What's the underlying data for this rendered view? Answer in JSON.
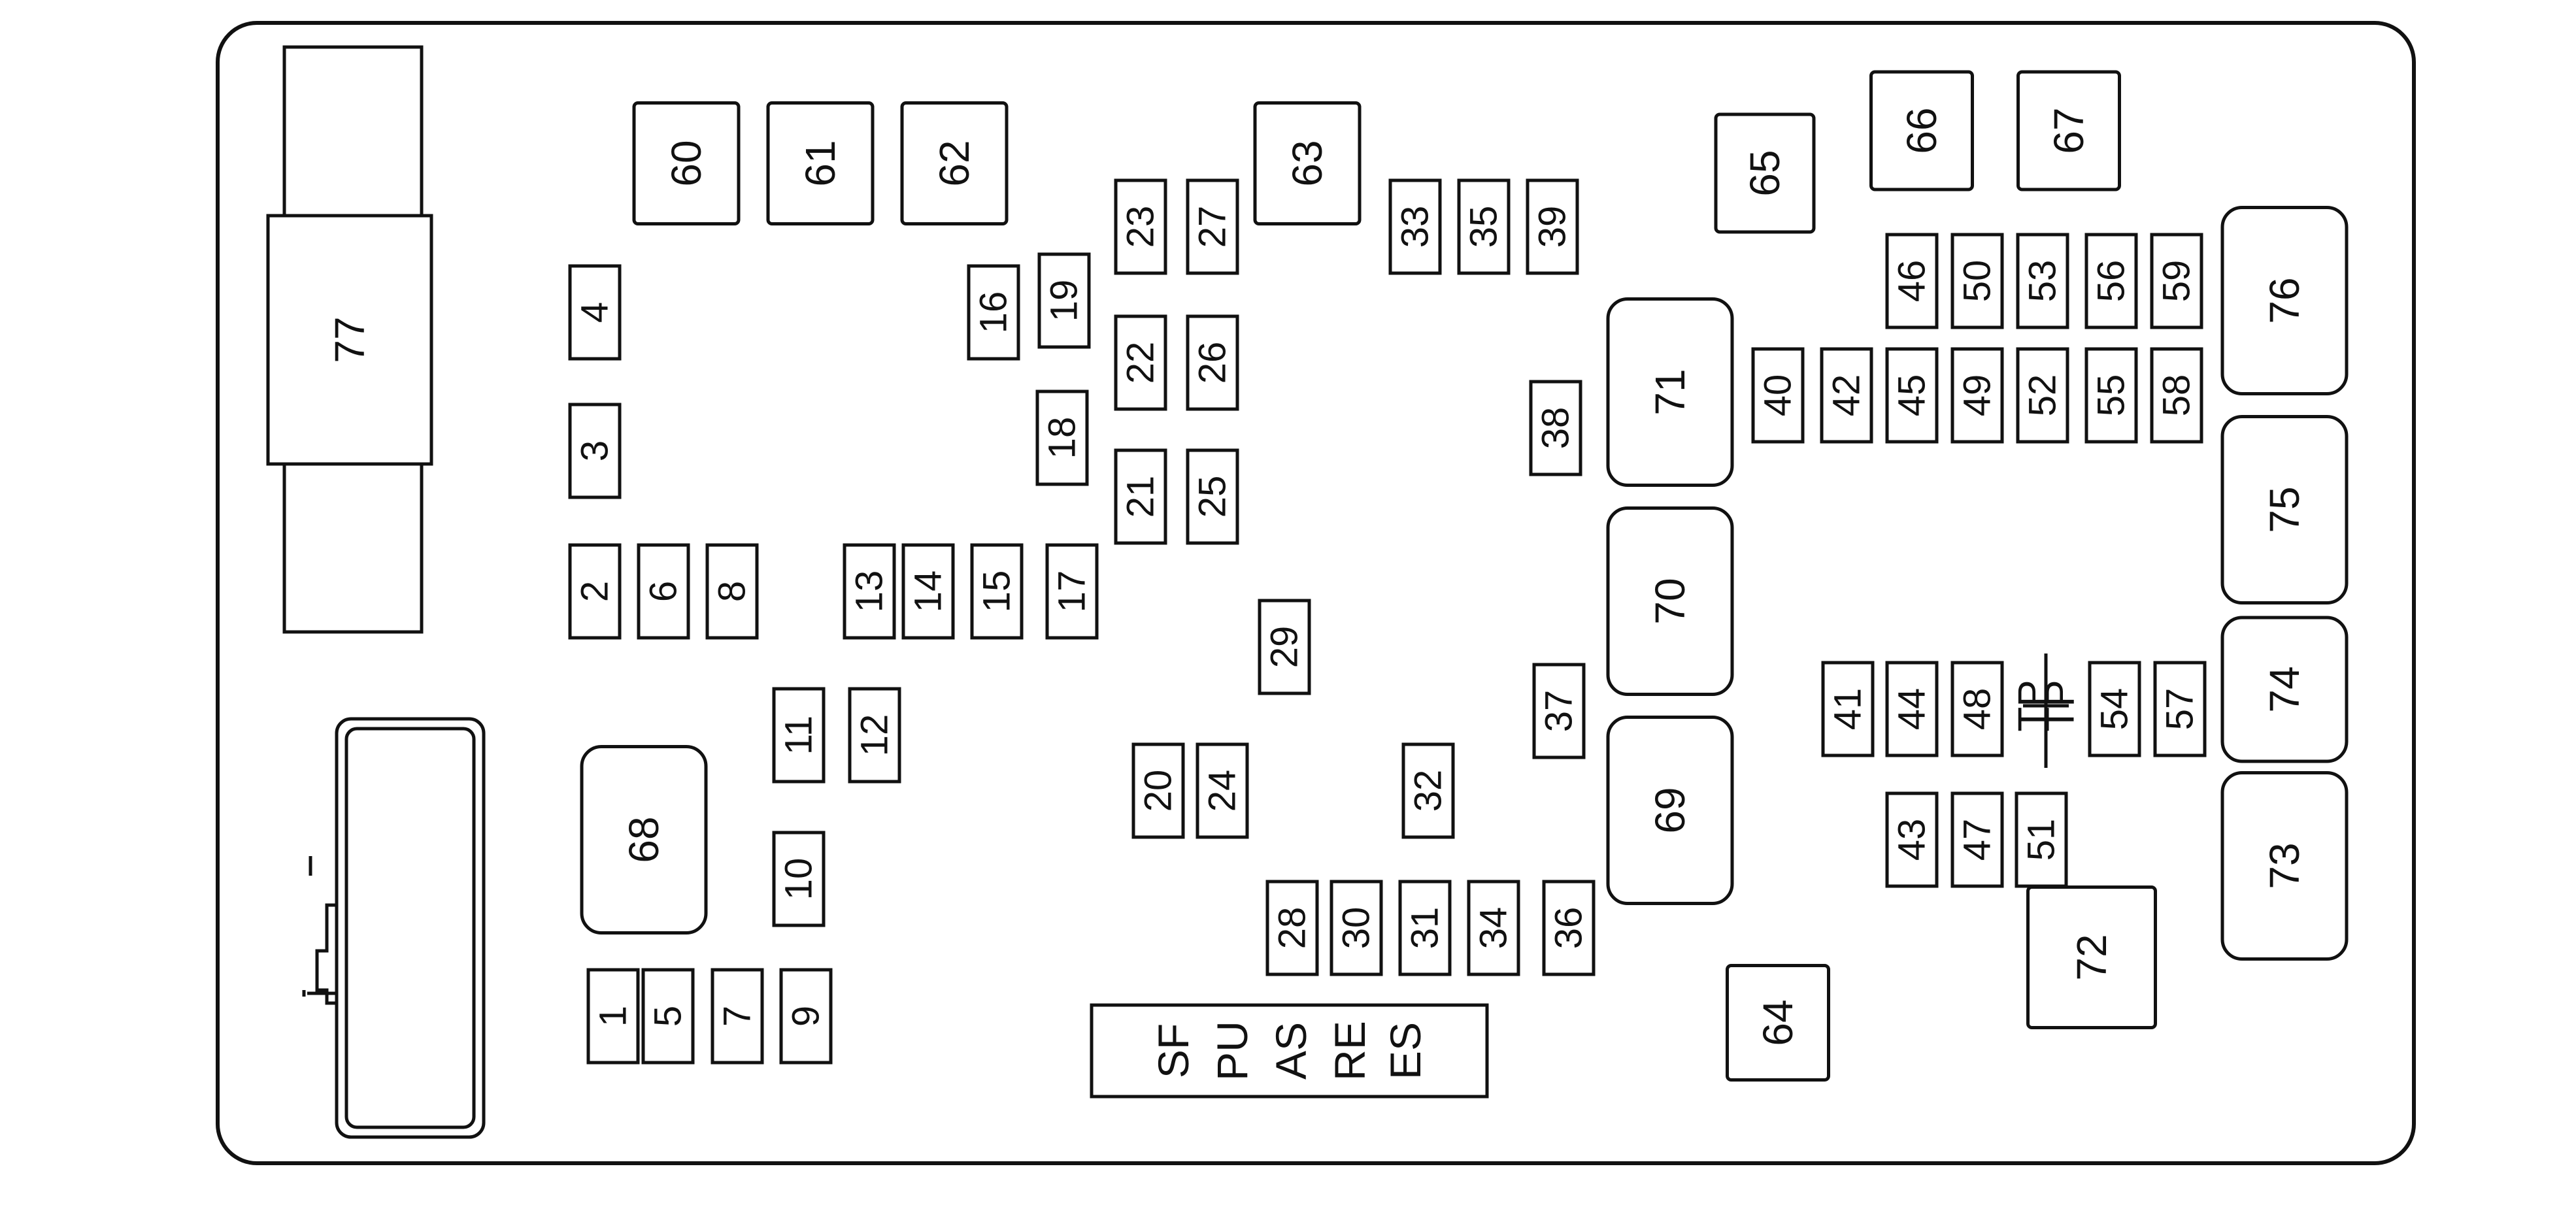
{
  "fuse_block": {
    "small_fuses": [
      "1",
      "2",
      "3",
      "4",
      "5",
      "6",
      "7",
      "8",
      "9",
      "10",
      "11",
      "12",
      "13",
      "14",
      "15",
      "16",
      "17",
      "18",
      "19",
      "20",
      "21",
      "22",
      "23",
      "24",
      "25",
      "26",
      "27",
      "28",
      "29",
      "30",
      "31",
      "32",
      "33",
      "34",
      "35",
      "36",
      "37",
      "38",
      "39",
      "40",
      "41",
      "42",
      "43",
      "44",
      "45",
      "46",
      "47",
      "48",
      "49",
      "50",
      "51",
      "52",
      "53",
      "54",
      "55",
      "56",
      "57",
      "58",
      "59"
    ],
    "medium_relays": [
      "60",
      "61",
      "62",
      "63",
      "64",
      "65",
      "66",
      "67",
      "72"
    ],
    "large_relays": [
      "68",
      "69",
      "70",
      "71",
      "73",
      "74",
      "75",
      "76"
    ],
    "main_fuse": "77",
    "test_points": [
      "TP",
      "TP"
    ],
    "spare_label": {
      "title": "",
      "lines": [
        "SF",
        "PU",
        "AS",
        "RE",
        "ES"
      ]
    }
  },
  "colors": {
    "stroke": "#111111",
    "background": "#ffffff"
  }
}
